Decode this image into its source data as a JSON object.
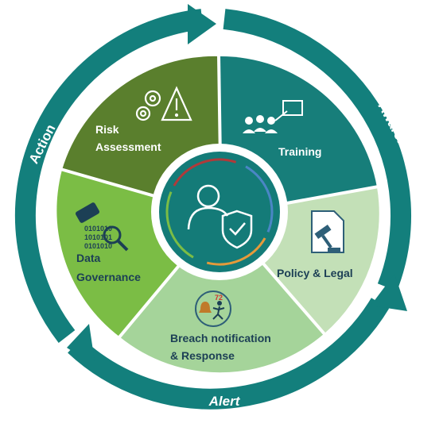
{
  "ring_labels": {
    "action": "Action",
    "awareness": "Awareness",
    "alert": "Alert"
  },
  "segments": {
    "risk": {
      "line1": "Risk",
      "line2": "Assessment",
      "icon": "gears-warning-icon"
    },
    "training": {
      "line1": "Training",
      "icon": "presentation-audience-icon"
    },
    "policy": {
      "line1": "Policy & Legal",
      "icon": "gavel-document-icon"
    },
    "breach": {
      "line1": "Breach notification",
      "line2": "& Response",
      "icon": "alarm-runner-icon",
      "badge": "72"
    },
    "data": {
      "line1": "Data",
      "line2": "Governance",
      "icon": "binary-magnifier-icon"
    }
  },
  "center": {
    "icon": "user-shield-icon"
  },
  "colors": {
    "ring": "#137f7c",
    "risk": "#5a7f2d",
    "training": "#177e7a",
    "policy": "#c3e0b7",
    "breach": "#a5d49a",
    "data": "#7bbd45",
    "hub": "#147b78"
  }
}
